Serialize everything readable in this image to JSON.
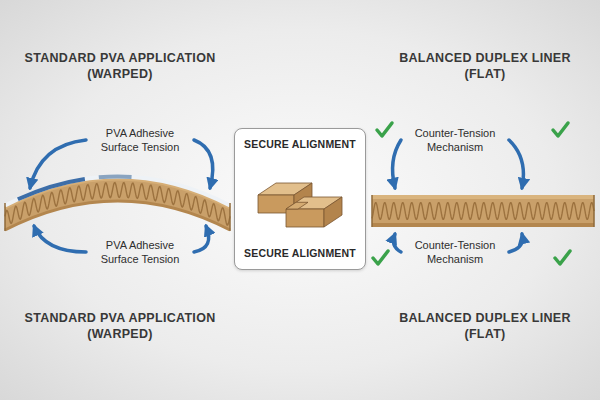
{
  "diagram": {
    "nodes": [
      {
        "text": [
          "SECURE ALIGNMENT",
          "SECURE ALIGNMENT"
        ]
      }
    ],
    "labels": [
      "STANDARD PVA APPLICATION (WARPED)",
      "BALANCED DUPLEX LINER (FLAT)",
      "PVA Adhesive Surface Tension",
      "Counter-Tension Mechanism",
      "PVA Adhesive Surface Tension",
      "Counter-Tension Mechanism",
      "STANDARD PVA APPLICATION (WARPED)",
      "BALANCED DUPLEX LINER (FLAT)"
    ]
  }
}
